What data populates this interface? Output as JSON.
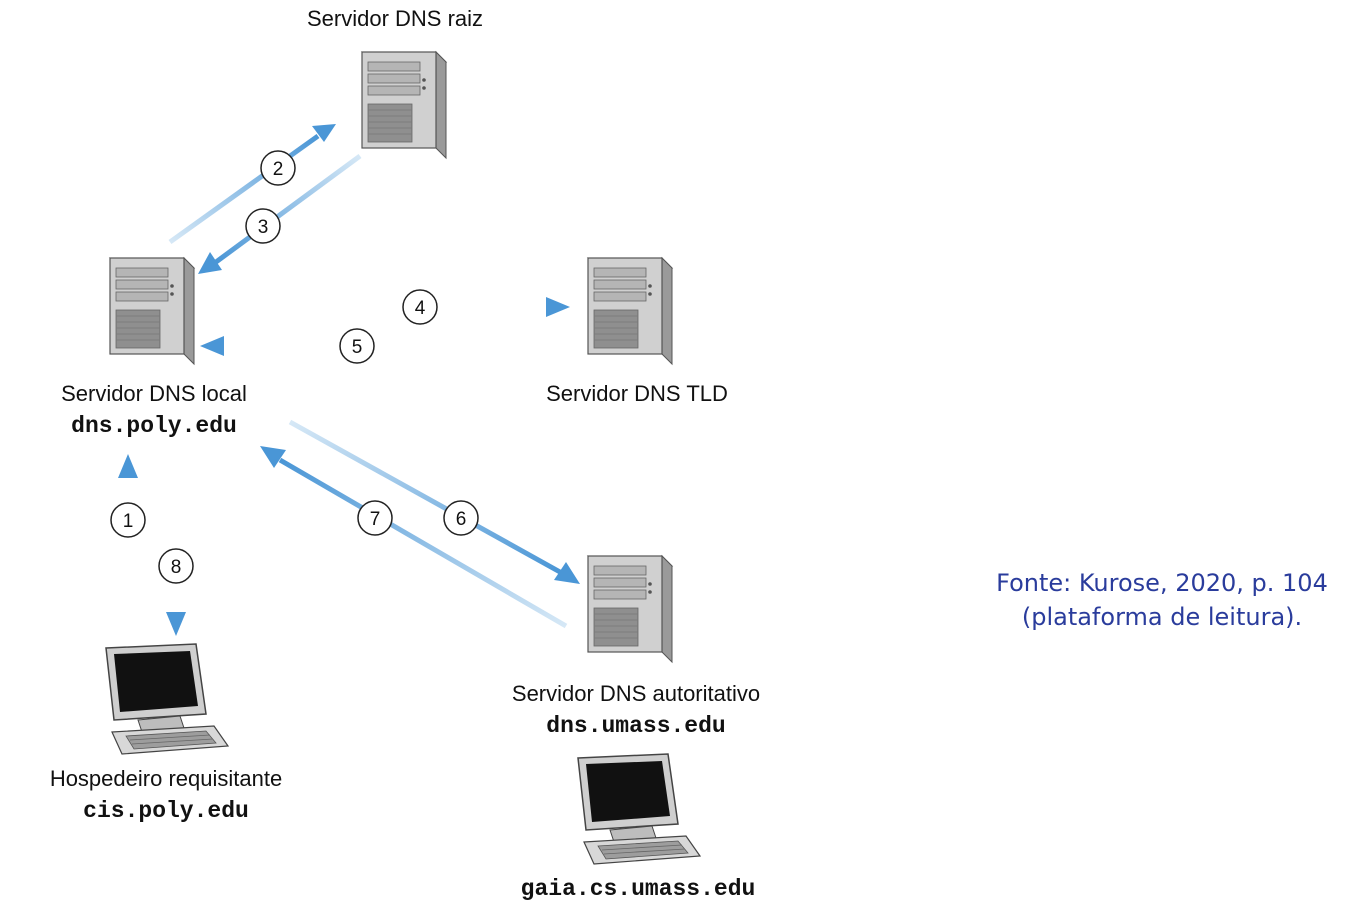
{
  "nodes": {
    "root_server": {
      "label": "Servidor DNS raiz"
    },
    "local_server": {
      "label": "Servidor DNS local",
      "hostname": "dns.poly.edu"
    },
    "tld_server": {
      "label": "Servidor DNS TLD"
    },
    "auth_server": {
      "label": "Servidor DNS autoritativo",
      "hostname": "dns.umass.edu"
    },
    "requesting_host": {
      "label": "Hospedeiro requisitante",
      "hostname": "cis.poly.edu"
    },
    "target_host": {
      "hostname": "gaia.cs.umass.edu"
    }
  },
  "steps": [
    "1",
    "2",
    "3",
    "4",
    "5",
    "6",
    "7",
    "8"
  ],
  "source": {
    "line1": "Fonte: Kurose, 2020, p. 104",
    "line2": "(plataforma de leitura)."
  },
  "colors": {
    "arrow": "#4a96d6",
    "arrow_light": "#cfe3f4",
    "source_text": "#2a3c9c"
  },
  "icons": [
    "server-icon",
    "computer-icon"
  ]
}
